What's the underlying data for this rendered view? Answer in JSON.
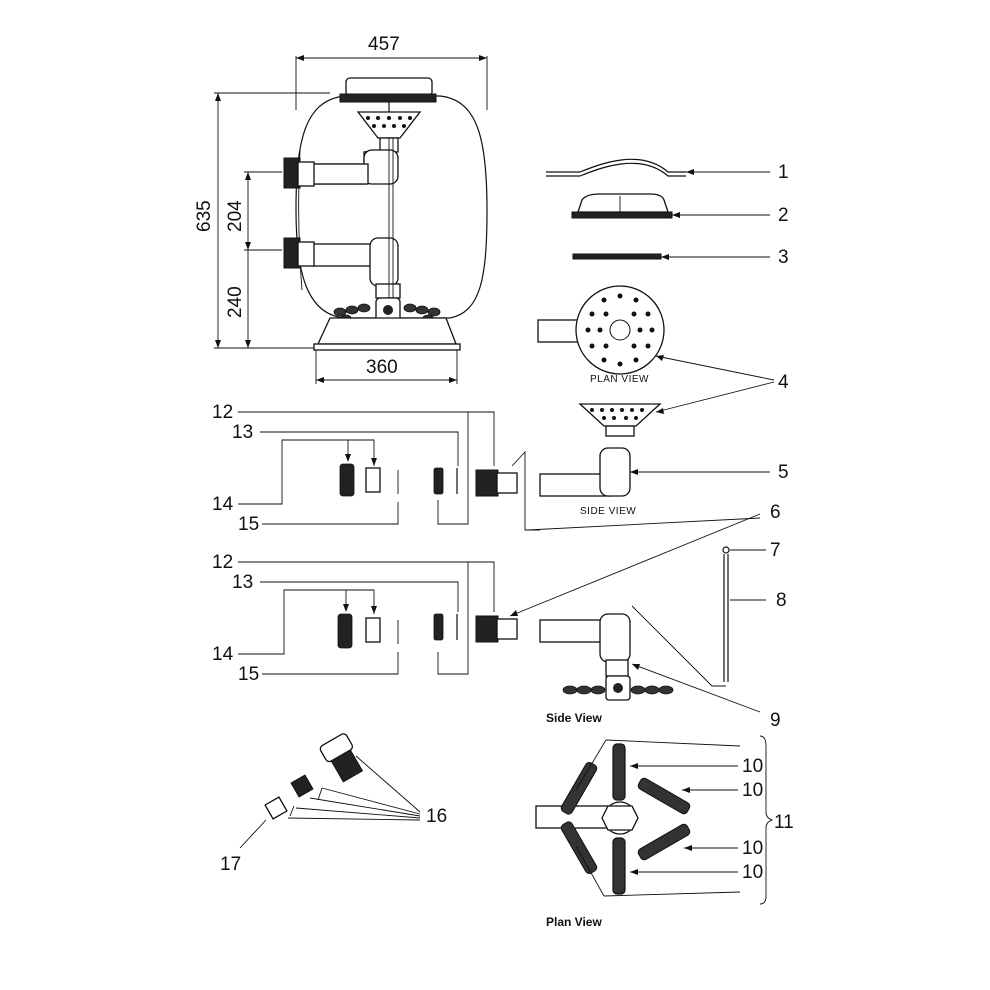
{
  "dimensions": {
    "width_top": "457",
    "height_total": "635",
    "port_spacing": "204",
    "lower_port_height": "240",
    "base_width": "360"
  },
  "captions": {
    "plan_view_small": "PLAN VIEW",
    "side_view_small": "SIDE VIEW",
    "side_view": "Side View",
    "plan_view": "Plan View"
  },
  "labels": {
    "n1": "1",
    "n2": "2",
    "n3": "3",
    "n4": "4",
    "n5": "5",
    "n6": "6",
    "n7": "7",
    "n8": "8",
    "n9": "9",
    "n10a": "10",
    "n10b": "10",
    "n10c": "10",
    "n10d": "10",
    "n11": "11",
    "n12a": "12",
    "n12b": "12",
    "n13a": "13",
    "n13b": "13",
    "n14a": "14",
    "n14b": "14",
    "n15a": "15",
    "n15b": "15",
    "n16": "16",
    "n17": "17"
  }
}
